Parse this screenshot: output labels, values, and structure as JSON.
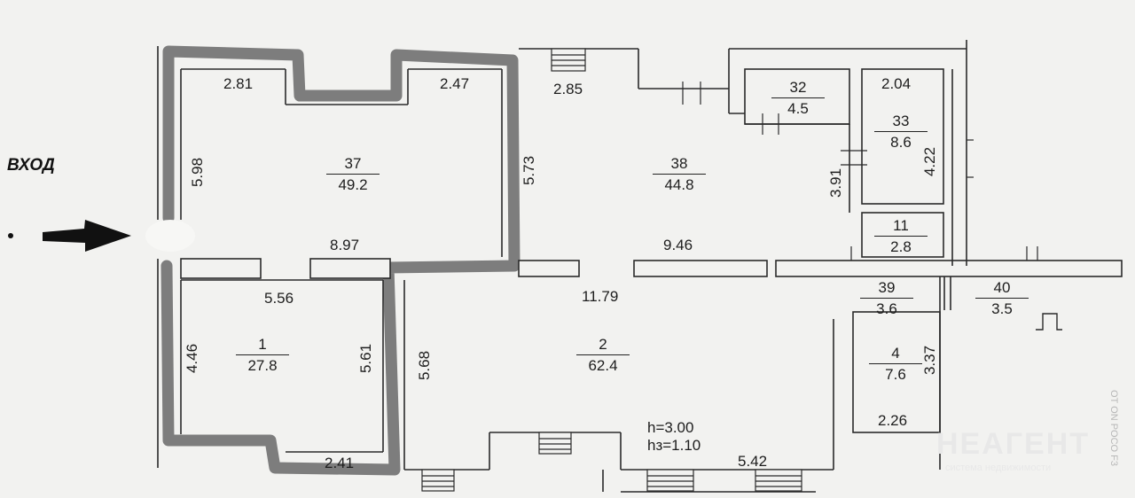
{
  "entrance_label": "ВХОД",
  "rooms": [
    {
      "id": "r37",
      "number": "37",
      "area": "49.2"
    },
    {
      "id": "r38",
      "number": "38",
      "area": "44.8"
    },
    {
      "id": "r32",
      "number": "32",
      "area": "4.5"
    },
    {
      "id": "r33",
      "number": "33",
      "area": "8.6"
    },
    {
      "id": "r11",
      "number": "11",
      "area": "2.8"
    },
    {
      "id": "r1",
      "number": "1",
      "area": "27.8"
    },
    {
      "id": "r2",
      "number": "2",
      "area": "62.4"
    },
    {
      "id": "r39",
      "number": "39",
      "area": "3.6"
    },
    {
      "id": "r40",
      "number": "40",
      "area": "3.5"
    },
    {
      "id": "r4",
      "number": "4",
      "area": "7.6"
    }
  ],
  "dimensions": {
    "d281": "2.81",
    "d247": "2.47",
    "d285": "2.85",
    "d204": "2.04",
    "d598": "5.98",
    "d573": "5.73",
    "d391": "3.91",
    "d422": "4.22",
    "d897": "8.97",
    "d946": "9.46",
    "d1179": "11.79",
    "d556": "5.56",
    "d446": "4.46",
    "d561": "5.61",
    "d568": "5.68",
    "d337": "3.37",
    "d226": "2.26",
    "d241": "2.41",
    "d542": "5.42"
  },
  "heights": {
    "h": "h=3.00",
    "hz": "hз=1.10"
  },
  "watermark": {
    "brand": "НЕАГЕНТ",
    "tagline": "система недвижимости"
  },
  "side_stamp": "OT ON POCO F3"
}
